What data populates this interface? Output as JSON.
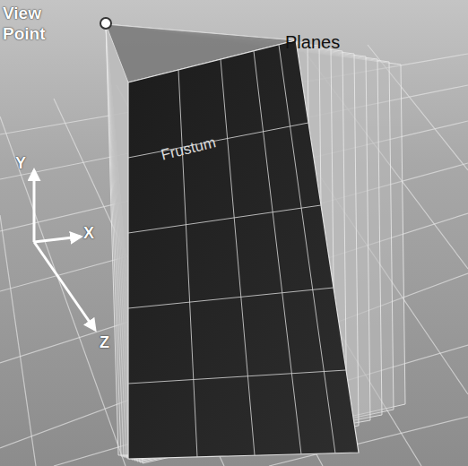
{
  "diagram": {
    "labels": [
      "View Point",
      "Planes",
      "Frustum",
      "Y",
      "X",
      "Z"
    ]
  }
}
